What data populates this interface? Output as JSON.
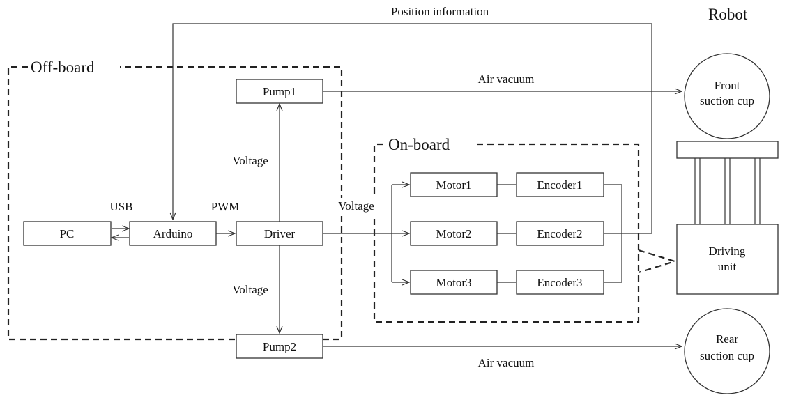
{
  "region_labels": {
    "off_board": "Off-board",
    "on_board": "On-board",
    "robot": "Robot"
  },
  "blocks": {
    "pc": "PC",
    "arduino": "Arduino",
    "driver": "Driver",
    "pump1": "Pump1",
    "pump2": "Pump2",
    "motor1": "Motor1",
    "motor2": "Motor2",
    "motor3": "Motor3",
    "encoder1": "Encoder1",
    "encoder2": "Encoder2",
    "encoder3": "Encoder3"
  },
  "robot_parts": {
    "front_cup_line1": "Front",
    "front_cup_line2": "suction cup",
    "rear_cup_line1": "Rear",
    "rear_cup_line2": "suction cup",
    "driving_unit_line1": "Driving",
    "driving_unit_line2": "unit"
  },
  "edge_labels": {
    "position_information": "Position information",
    "air_vacuum_top": "Air vacuum",
    "air_vacuum_bottom": "Air vacuum",
    "usb": "USB",
    "pwm": "PWM",
    "voltage_up": "Voltage",
    "voltage_down": "Voltage",
    "voltage_right": "Voltage"
  }
}
